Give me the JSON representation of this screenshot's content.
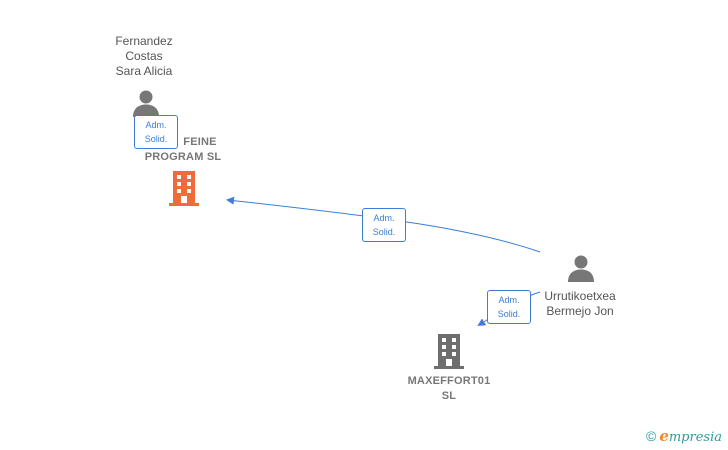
{
  "nodes": {
    "company_feine": {
      "line1": "FEINE",
      "line2": "PROGRAM  SL",
      "color": "#f26a3b"
    },
    "company_maxeffort": {
      "line1": "MAXEFFORT01",
      "line2": "SL",
      "color": "#6e6e6e"
    },
    "person_fernandez": {
      "line1": "Fernandez",
      "line2": "Costas",
      "line3": "Sara Alicia"
    },
    "person_urrutikoetxea": {
      "line1": "Urrutikoetxea",
      "line2": "Bermejo Jon"
    }
  },
  "edges": {
    "fernandez_to_feine": {
      "line1": "Adm.",
      "line2": "Solid."
    },
    "urrutikoetxea_to_feine": {
      "line1": "Adm.",
      "line2": "Solid."
    },
    "urrutikoetxea_to_maxeffort": {
      "line1": "Adm.",
      "line2": "Solid."
    }
  },
  "brand": {
    "copyright": "©",
    "initial": "e",
    "rest": "mpresia"
  },
  "colors": {
    "edge": "#3b7ed6",
    "person_icon": "#777777"
  }
}
